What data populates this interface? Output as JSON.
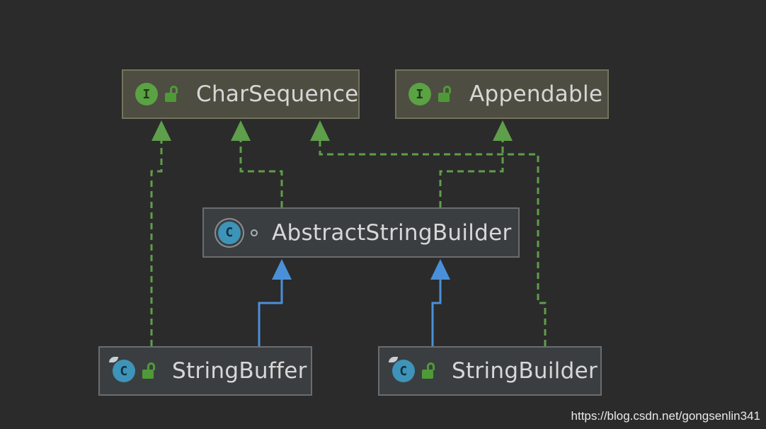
{
  "nodes": {
    "char_sequence": {
      "label": "CharSequence",
      "badge": "I",
      "kind": "interface"
    },
    "appendable": {
      "label": "Appendable",
      "badge": "I",
      "kind": "interface"
    },
    "abstract_string_builder": {
      "label": "AbstractStringBuilder",
      "badge": "C",
      "kind": "abstract-class"
    },
    "string_buffer": {
      "label": "StringBuffer",
      "badge": "C",
      "kind": "class"
    },
    "string_builder": {
      "label": "StringBuilder",
      "badge": "C",
      "kind": "class"
    }
  },
  "edges": [
    {
      "from": "StringBuffer",
      "to": "CharSequence",
      "type": "implements"
    },
    {
      "from": "AbstractStringBuilder",
      "to": "CharSequence",
      "type": "implements"
    },
    {
      "from": "StringBuilder",
      "to": "CharSequence",
      "type": "implements"
    },
    {
      "from": "AbstractStringBuilder",
      "to": "Appendable",
      "type": "implements"
    },
    {
      "from": "StringBuffer",
      "to": "AbstractStringBuilder",
      "type": "extends"
    },
    {
      "from": "StringBuilder",
      "to": "AbstractStringBuilder",
      "type": "extends"
    }
  ],
  "colors": {
    "background": "#2b2b2b",
    "implements_edge": "#5f9e4a",
    "extends_edge": "#4a90d9",
    "interface_fill": "#4e4d41",
    "class_fill": "#3b3e40"
  },
  "watermark": "https://blog.csdn.net/gongsenlin341"
}
